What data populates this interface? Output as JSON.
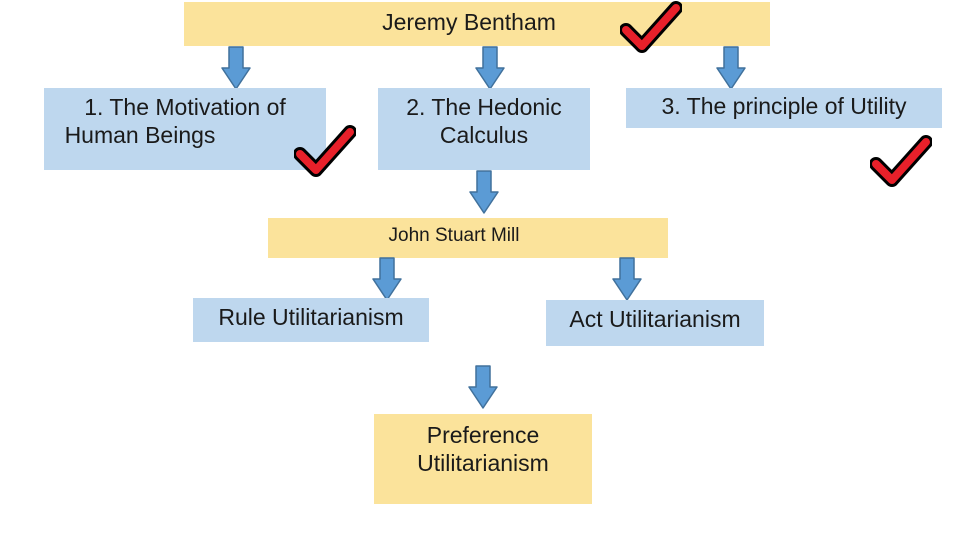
{
  "diagram": {
    "nodes": {
      "bentham": "Jeremy Bentham",
      "motivation": [
        "1. The Motivation of",
        "Human Beings"
      ],
      "hedonic": [
        "2. The Hedonic",
        "Calculus"
      ],
      "utility": "3. The principle of Utility",
      "mill": "John Stuart Mill",
      "rule": "Rule Utilitarianism",
      "act": "Act Utilitarianism",
      "preference": [
        "Preference",
        "Utilitarianism"
      ]
    },
    "colors": {
      "box_yellow": "#fbe39b",
      "box_blue": "#bed7ee",
      "arrow_fill": "#5b9bd5",
      "arrow_stroke": "#41719c",
      "check_red": "#e8202a"
    },
    "icons": {
      "arrow": "down-arrow-icon",
      "check": "red-checkmark-icon"
    }
  }
}
